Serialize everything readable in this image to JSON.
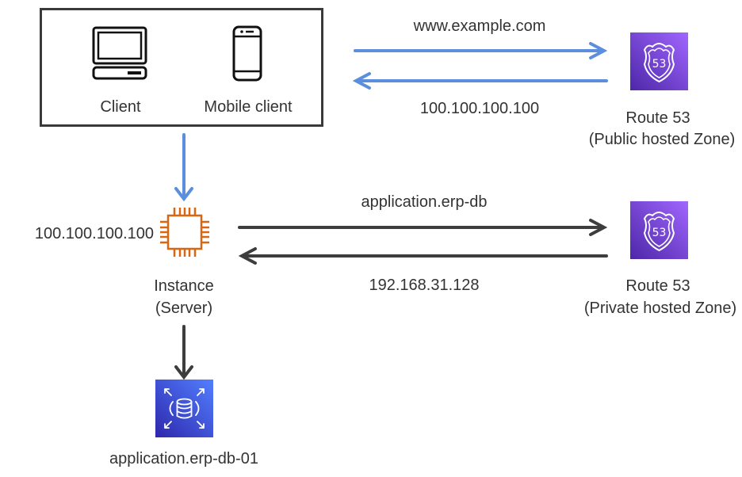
{
  "diagram": {
    "clients": {
      "desktop": {
        "label": "Client",
        "icon": "desktop-computer-icon"
      },
      "mobile": {
        "label": "Mobile client",
        "icon": "mobile-phone-icon"
      }
    },
    "public_dns": {
      "request_label": "www.example.com",
      "response_label": "100.100.100.100",
      "service": {
        "title": "Route 53",
        "subtitle": "(Public hosted Zone)",
        "icon": "route53-icon",
        "badge": "53"
      }
    },
    "instance": {
      "ip_label": "100.100.100.100",
      "title": "Instance",
      "subtitle": "(Server)",
      "icon": "ec2-instance-chip-icon"
    },
    "private_dns": {
      "request_label": "application.erp-db",
      "response_label": "192.168.31.128",
      "service": {
        "title": "Route 53",
        "subtitle": "(Private hosted Zone)",
        "icon": "route53-icon",
        "badge": "53"
      }
    },
    "database": {
      "label": "application.erp-db-01",
      "icon": "rds-database-icon"
    },
    "colors": {
      "blue_arrow": "#5b8fde",
      "dark_arrow": "#3d3d3d",
      "route53_purple": "#6a3fcf",
      "ec2_orange": "#d86613",
      "rds_blue": "#3b48cc"
    }
  }
}
